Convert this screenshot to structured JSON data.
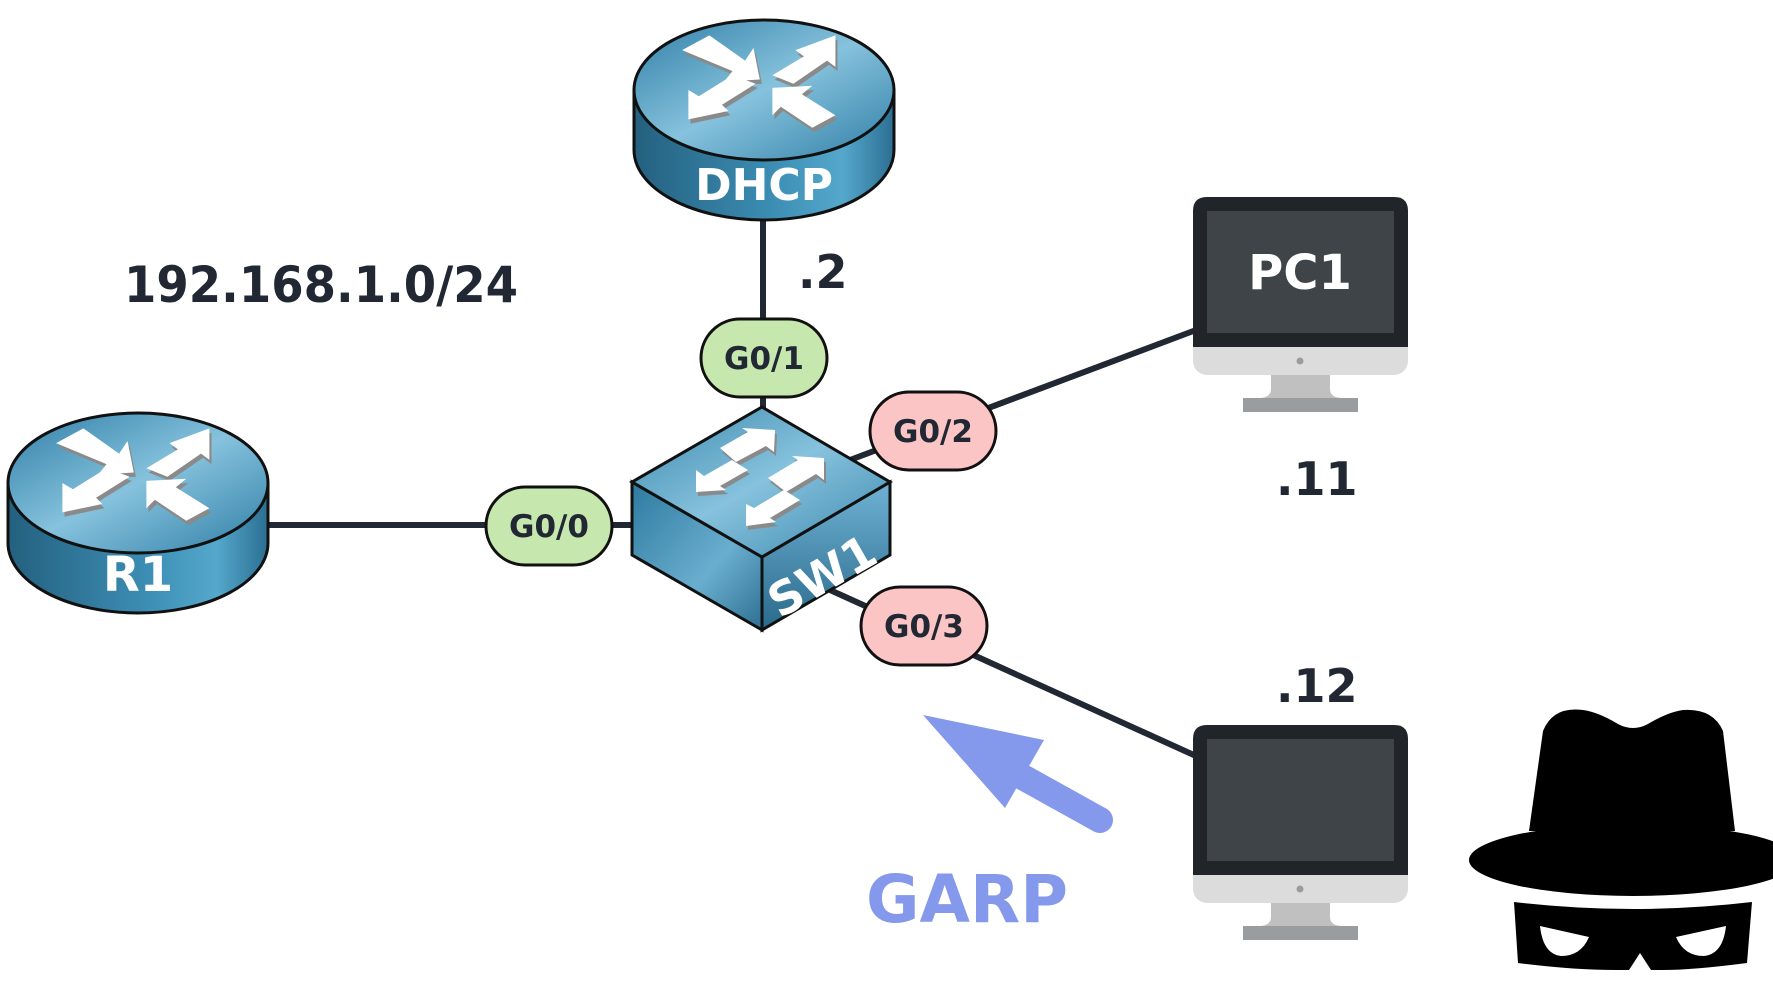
{
  "diagram": {
    "subnet_label": "192.168.1.0/24",
    "colors": {
      "link": "#212833",
      "trusted_port": "#C6E7AD",
      "untrusted_port": "#FCC5C5",
      "device_blue": "#3A86A8",
      "arrow": "#8599EC",
      "monitor_bezel": "#212529",
      "monitor_screen": "#3F4448"
    },
    "devices": {
      "dhcp": {
        "label": "DHCP",
        "type": "router",
        "ip_suffix": ".2"
      },
      "r1": {
        "label": "R1",
        "type": "router"
      },
      "sw1": {
        "label": "SW1",
        "type": "switch"
      },
      "pc1": {
        "label": "PC1",
        "type": "pc",
        "ip_suffix": ".11"
      },
      "attacker_pc": {
        "label": "",
        "type": "pc",
        "ip_suffix": ".12"
      },
      "attacker": {
        "type": "spy-icon"
      }
    },
    "interfaces": {
      "g0_0": {
        "label": "G0/0",
        "state": "trusted"
      },
      "g0_1": {
        "label": "G0/1",
        "state": "trusted"
      },
      "g0_2": {
        "label": "G0/2",
        "state": "untrusted"
      },
      "g0_3": {
        "label": "G0/3",
        "state": "untrusted"
      }
    },
    "links": [
      {
        "from": "r1",
        "to": "sw1",
        "via": "G0/0"
      },
      {
        "from": "dhcp",
        "to": "sw1",
        "via": "G0/1"
      },
      {
        "from": "pc1",
        "to": "sw1",
        "via": "G0/2"
      },
      {
        "from": "attacker_pc",
        "to": "sw1",
        "via": "G0/3"
      }
    ],
    "annotation": {
      "label": "GARP",
      "direction": "attacker_pc-to-sw1"
    }
  }
}
